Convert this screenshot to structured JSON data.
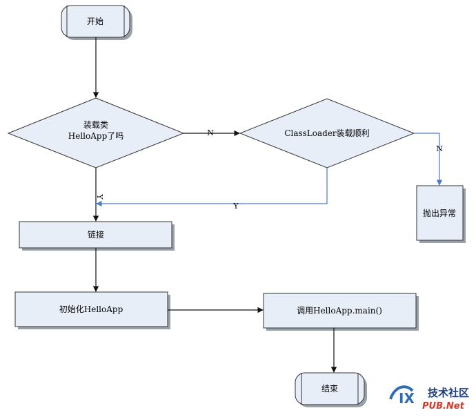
{
  "nodes": {
    "start": "开始",
    "decision1_line1": "装载类",
    "decision1_line2": "HelloApp了吗",
    "decision2": "ClassLoader装载顺利",
    "throw": "抛出异常",
    "link": "链接",
    "init": "初始化HelloApp",
    "call_main": "调用HelloApp.main()",
    "end": "结束"
  },
  "edges": {
    "d1_no": "N",
    "d1_yes": "Y",
    "d2_no": "N",
    "d2_yes": "Y"
  },
  "watermark": {
    "logo": "IX",
    "text_cn": "技术社区",
    "text_en": "PUB.Net"
  }
}
